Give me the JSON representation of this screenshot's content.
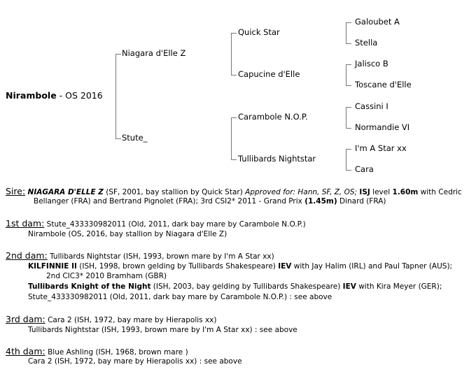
{
  "pedigree": {
    "root_name": "Nirambole",
    "root_suffix": " - OS 2016",
    "sire": "Niagara d'Elle Z",
    "dam": "Stute_",
    "gen2": [
      "Quick Star",
      "Capucine d'Elle",
      "Carambole N.O.P.",
      "Tullibards Nightstar"
    ],
    "gen3": [
      "Galoubet A",
      "Stella",
      "Jalisco B",
      "Toscane d'Elle",
      "Cassini I",
      "Normandie VI",
      "I'm A Star xx",
      "Cara"
    ]
  },
  "sire": {
    "heading": "Sire:",
    "name": "NIAGARA D'ELLE Z",
    "t1": " (SF, 2001, bay stallion by Quick Star) ",
    "approved": "Approved for: Hann, SF, Z, OS;",
    "t2": " ",
    "isj": "ISJ",
    "t3": " level ",
    "level": "1.60m",
    "t4": " with Cedric",
    "line2a": "Bellanger (FRA) and Bertrand Pignolet (FRA); 3rd CSI2* 2011 - Grand Prix ",
    "gp": "(1.45m)",
    "line2b": " Dinard (FRA)"
  },
  "dam1": {
    "heading": "1st dam:",
    "text": " Stute_433330982011 (Old, 2011, dark bay mare by Carambole N.O.P.)",
    "offspring": [
      "Nirambole (OS, 2016, bay stallion by Niagara d'Elle Z)"
    ]
  },
  "dam2": {
    "heading": "2nd dam:",
    "text": " Tullibards Nightstar (ISH, 1993, brown mare by I'm A Star xx)",
    "o1_name": "KILFINNIE II",
    "o1_t": " (ISH, 1998, brown gelding by Tullibards Shakespeare) ",
    "o1_iev": "IEV",
    "o1_t2": " with Jay Halim (IRL) and Paul Tapner (AUS);",
    "o1_line2": "2nd CIC3* 2010 Bramham (GBR)",
    "o2_name": "Tullibards Knight of the Night",
    "o2_t": " (ISH, 2003, bay gelding by Tullibards Shakespeare) ",
    "o2_iev": "IEV",
    "o2_t2": " with Kira Meyer (GER);",
    "o3": "Stute_433330982011 (Old, 2011, dark bay mare by Carambole N.O.P.) : see above"
  },
  "dam3": {
    "heading": "3rd dam:",
    "text": " Cara 2 (ISH, 1972, bay mare by Hierapolis xx)",
    "offspring": "Tullibards Nightstar (ISH, 1993, brown mare by I'm A Star xx) : see above"
  },
  "dam4": {
    "heading": "4th dam:",
    "text": " Blue Ashling (ISH, 1968, brown mare )",
    "offspring": "Cara 2 (ISH, 1972, bay mare by Hierapolis xx) : see above"
  }
}
